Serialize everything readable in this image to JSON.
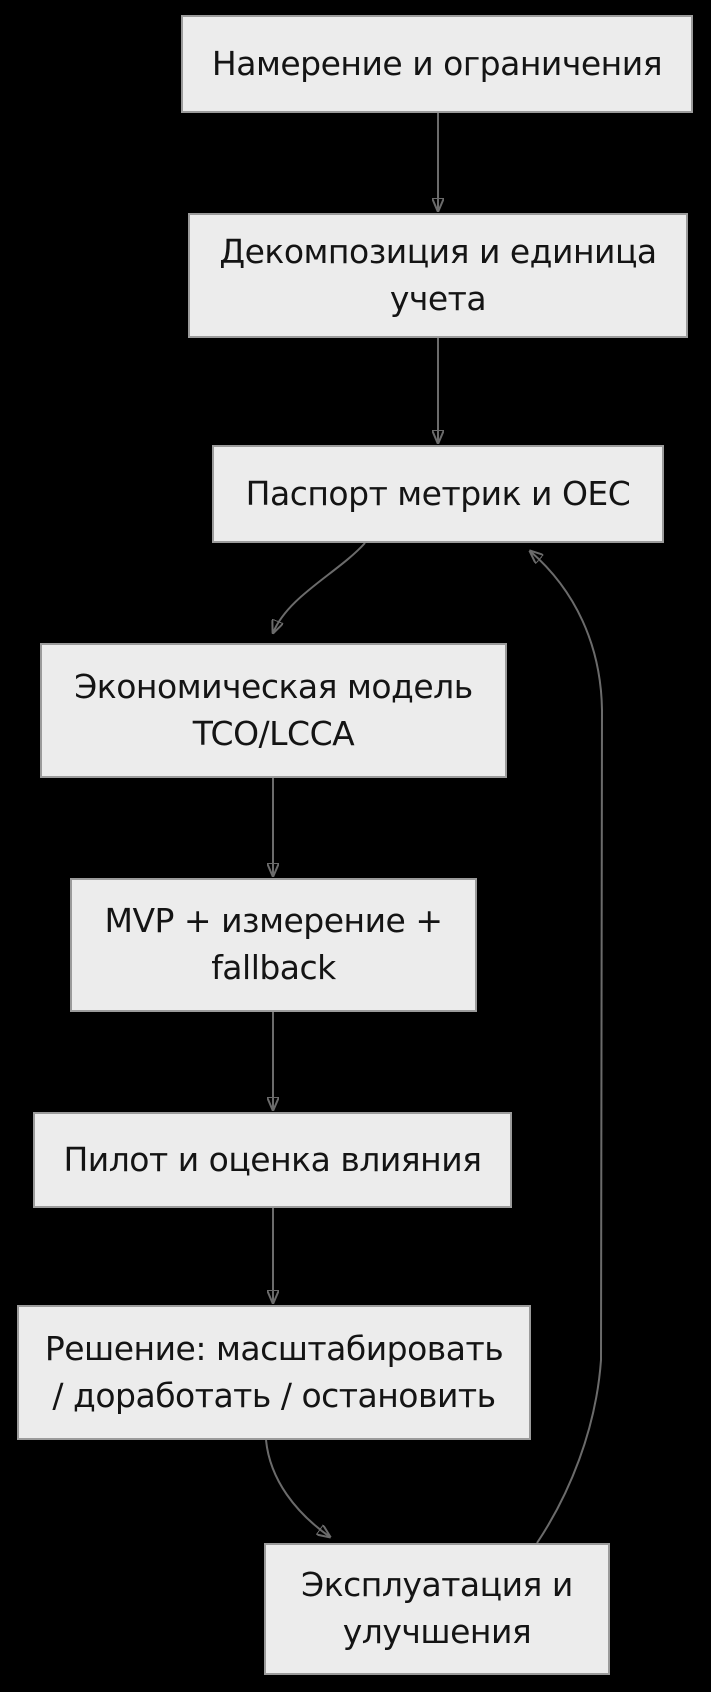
{
  "flowchart": {
    "background_color": "#000000",
    "node_fill_color": "#ececec",
    "node_border_color": "#9b9b9b",
    "edge_color": "#6b6b6b",
    "text_color": "#141414",
    "nodes": [
      {
        "id": "intent",
        "label": "Намерение и ограничения"
      },
      {
        "id": "decomposition",
        "label": "Декомпозиция и единица\nучета"
      },
      {
        "id": "metrics_oec",
        "label": "Паспорт метрик и OEC"
      },
      {
        "id": "tco_lcca",
        "label": "Экономическая модель\nTCO/LCCA"
      },
      {
        "id": "mvp",
        "label": "MVP + измерение +\nfallback"
      },
      {
        "id": "pilot",
        "label": "Пилот и оценка влияния"
      },
      {
        "id": "decision",
        "label": "Решение: масштабировать\n/ доработать / остановить"
      },
      {
        "id": "operations",
        "label": "Эксплуатация и\nулучшения"
      }
    ],
    "edges": [
      {
        "from": "intent",
        "to": "decomposition"
      },
      {
        "from": "decomposition",
        "to": "metrics_oec"
      },
      {
        "from": "metrics_oec",
        "to": "tco_lcca"
      },
      {
        "from": "tco_lcca",
        "to": "mvp"
      },
      {
        "from": "mvp",
        "to": "pilot"
      },
      {
        "from": "pilot",
        "to": "decision"
      },
      {
        "from": "decision",
        "to": "operations"
      },
      {
        "from": "operations",
        "to": "metrics_oec"
      }
    ]
  }
}
